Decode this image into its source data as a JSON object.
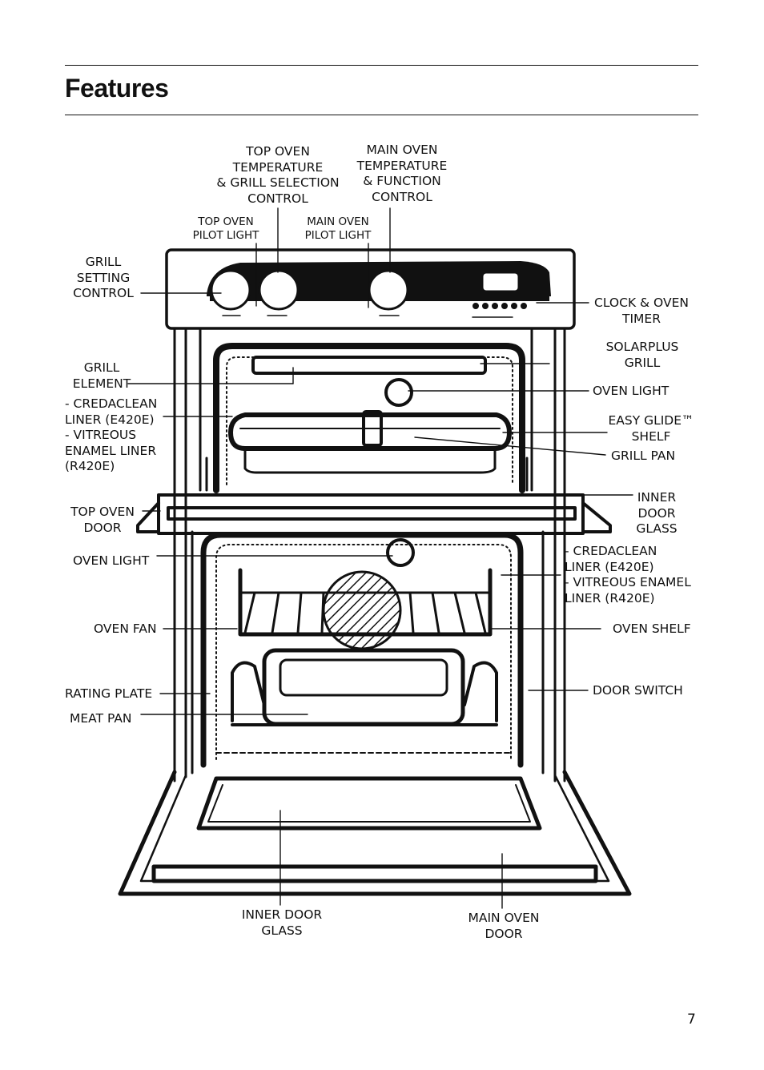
{
  "page": {
    "title": "Features",
    "page_number": "7"
  },
  "labels": {
    "top_oven_temp_control": [
      "TOP OVEN",
      "TEMPERATURE",
      "& GRILL SELECTION",
      "CONTROL"
    ],
    "main_oven_temp_control": [
      "MAIN OVEN",
      "TEMPERATURE",
      "& FUNCTION",
      "CONTROL"
    ],
    "top_oven_pilot": [
      "TOP OVEN",
      "PILOT LIGHT"
    ],
    "main_oven_pilot": [
      "MAIN OVEN",
      "PILOT LIGHT"
    ],
    "grill_setting_control": [
      "GRILL",
      "SETTING",
      "CONTROL"
    ],
    "clock_timer": [
      "CLOCK & OVEN",
      "TIMER"
    ],
    "solarplus_grill": [
      "SOLARPLUS",
      "GRILL"
    ],
    "grill_element": [
      "GRILL",
      "ELEMENT"
    ],
    "oven_light_top": [
      "OVEN LIGHT"
    ],
    "liner_left": [
      "- CREDACLEAN",
      "LINER (E420E)",
      "- VITREOUS",
      "ENAMEL LINER",
      "(R420E)"
    ],
    "easy_glide_shelf": [
      "EASY GLIDE™",
      "SHELF"
    ],
    "grill_pan": [
      "GRILL PAN"
    ],
    "inner_door_glass_top": [
      "INNER",
      "DOOR",
      "GLASS"
    ],
    "top_oven_door": [
      "TOP OVEN",
      "DOOR"
    ],
    "liner_right": [
      "- CREDACLEAN",
      "LINER (E420E)",
      "- VITREOUS ENAMEL",
      "LINER (R420E)"
    ],
    "oven_light_main": [
      "OVEN LIGHT"
    ],
    "oven_fan": [
      "OVEN FAN"
    ],
    "oven_shelf": [
      "OVEN SHELF"
    ],
    "rating_plate": [
      "RATING PLATE"
    ],
    "door_switch": [
      "DOOR SWITCH"
    ],
    "meat_pan": [
      "MEAT PAN"
    ],
    "inner_door_glass_bottom": [
      "INNER DOOR",
      "GLASS"
    ],
    "main_oven_door": [
      "MAIN OVEN",
      "DOOR"
    ]
  }
}
